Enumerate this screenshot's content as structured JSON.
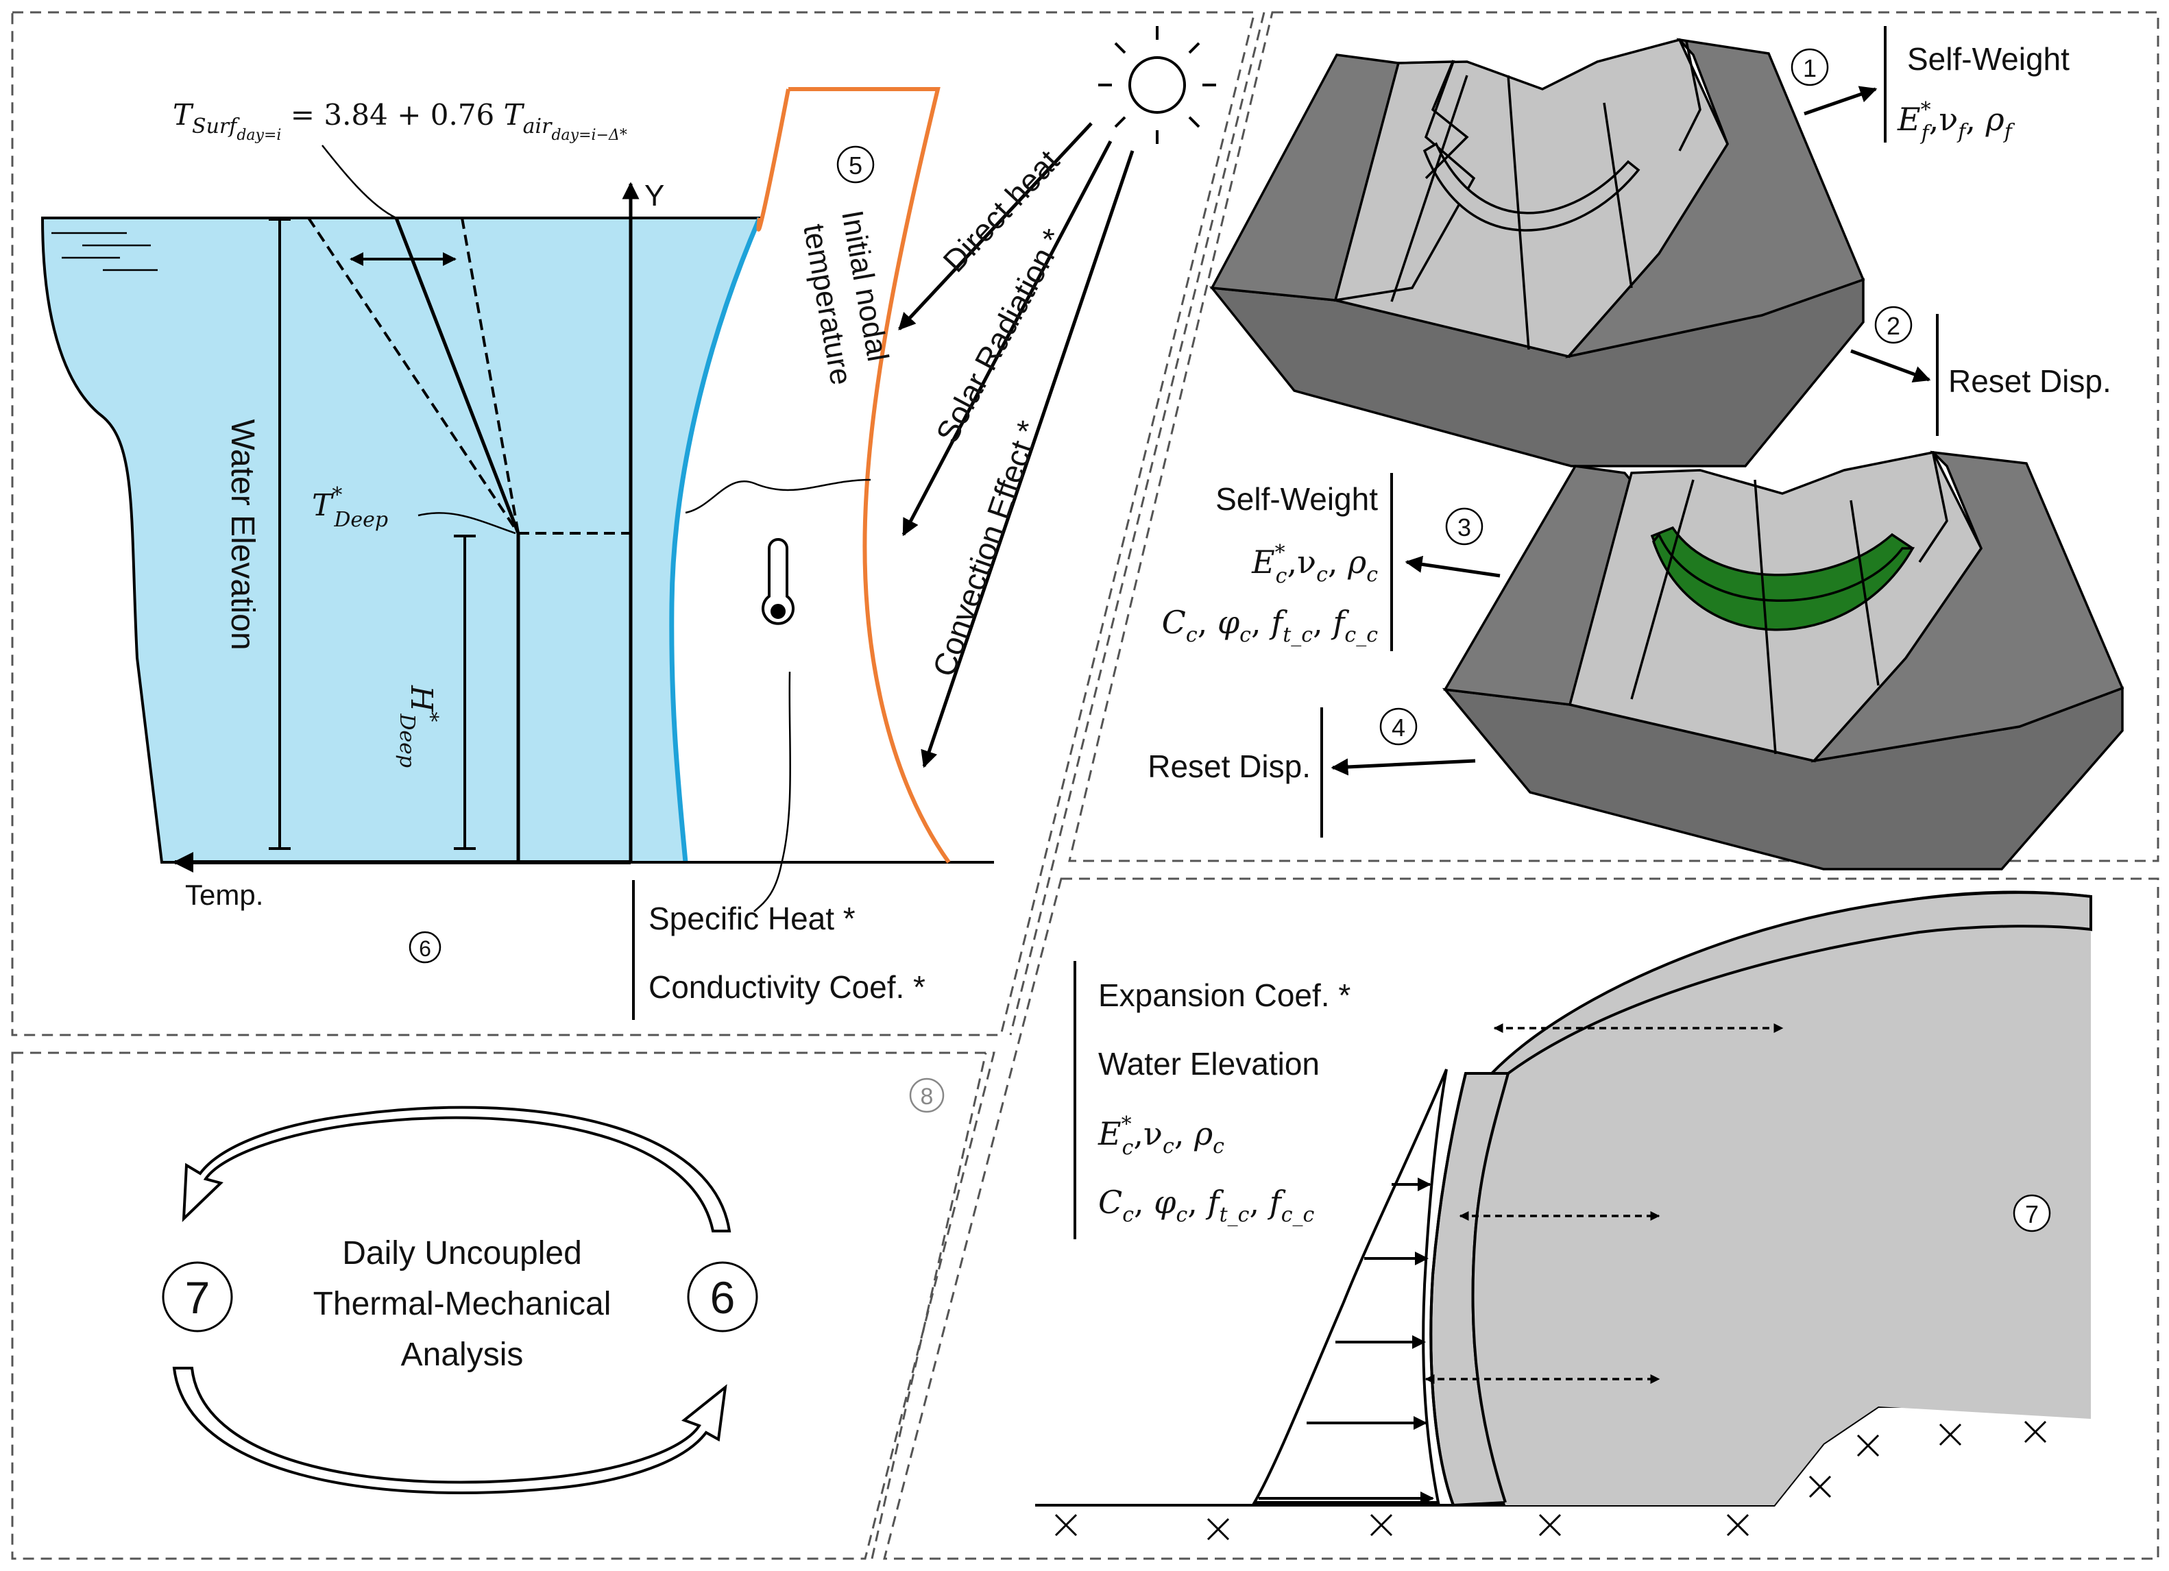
{
  "colors": {
    "water": "#b4e3f4",
    "dam_surface": "#1ea2d9",
    "temperature_profile": "#ee7d34",
    "valley_dark": "#6c6c6c",
    "valley_light": "#c4c4c4",
    "dam_green": "#1f7a1f",
    "dam_grey": "#c7c7c7"
  },
  "icons": [
    "sun-icon",
    "thermometer-icon",
    "cycle-arrow-icon"
  ],
  "thermal_panel": {
    "surface_formula": "T_{Surf day=i} = 3.84 + 0.76 T_{air day=i−Δ*}",
    "formula_lhs_main": "T",
    "formula_lhs_sub": "Surf",
    "formula_lhs_subsub": "day=i",
    "formula_rhs_text": " = 3.84 + 0.76 ",
    "formula_rhs_main": "T",
    "formula_rhs_sub": "air",
    "formula_rhs_subsub": "day=i−Δ*",
    "y_axis_label": "Y",
    "x_axis_label": "Temp.",
    "water_elevation_label": "Water Elevation",
    "t_deep_main": "T",
    "t_deep_sup": "*",
    "t_deep_sub": "Deep",
    "h_deep_main": "H",
    "h_deep_sup": "*",
    "h_deep_sub": "Deep",
    "step_marker": "6",
    "initial_temp_marker": "5",
    "initial_temp_line1": "Initial nodal",
    "initial_temp_line2": "temperature",
    "direct_heat": "Direct heat",
    "solar_radiation": "Solar Radiation *",
    "convection_effect": "Convection Effect *",
    "specific_heat": "Specific Heat *",
    "conductivity": "Conductivity Coef. *"
  },
  "construction_panel": {
    "step1": {
      "marker": "1",
      "label": "Self-Weight",
      "props": "E*f, νf, ρf",
      "p_e": "E",
      "p_e_sup": "*",
      "p_e_sub": "f",
      "p_nu": "ν",
      "p_nu_sub": "f",
      "p_rho": "ρ",
      "p_rho_sub": "f"
    },
    "step2": {
      "marker": "2",
      "label": "Reset Disp."
    },
    "step3": {
      "marker": "3",
      "label": "Self-Weight",
      "props1": "E*c, νc, ρc",
      "props2": "Cc, φc, ft_c, fc_c",
      "p_e": "E",
      "p_e_sup": "*",
      "p_e_sub": "c",
      "p_nu": "ν",
      "p_nu_sub": "c",
      "p_rho": "ρ",
      "p_rho_sub": "c",
      "p_c": "C",
      "p_c_sub": "c",
      "p_phi": "φ",
      "p_phi_sub": "c",
      "p_ft": "f",
      "p_ft_sub": "t_c",
      "p_fc": "f",
      "p_fc_sub": "c_c"
    },
    "step4": {
      "marker": "4",
      "label": "Reset Disp."
    }
  },
  "mechanical_panel": {
    "marker": "7",
    "expansion": "Expansion Coef. *",
    "water_elevation": "Water Elevation",
    "props1": "E*c, νc, ρc",
    "props2": "Cc, φc, ft_c, fc_c",
    "p_e": "E",
    "p_e_sup": "*",
    "p_e_sub": "c",
    "p_nu": "ν",
    "p_nu_sub": "c",
    "p_rho": "ρ",
    "p_rho_sub": "c",
    "p_c": "C",
    "p_c_sub": "c",
    "p_phi": "φ",
    "p_phi_sub": "c",
    "p_ft": "f",
    "p_ft_sub": "t_c",
    "p_fc": "f",
    "p_fc_sub": "c_c"
  },
  "cycle_panel": {
    "marker": "8",
    "left_step": "7",
    "right_step": "6",
    "line1": "Daily Uncoupled",
    "line2": "Thermal-Mechanical",
    "line3": "Analysis"
  }
}
